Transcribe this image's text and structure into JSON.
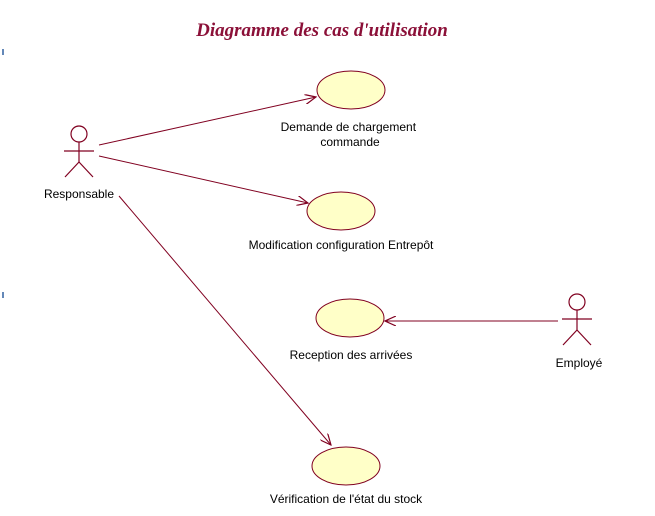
{
  "diagram": {
    "title": "Diagramme des cas d'utilisation",
    "actors": {
      "responsable": "Responsable",
      "employe": "Employé"
    },
    "use_cases": {
      "demande_line1": "Demande de chargement",
      "demande_line2": "commande",
      "modification": "Modification configuration Entrepôt",
      "reception": "Reception des arrivées",
      "verification": "Vérification de l'état du stock"
    },
    "colors": {
      "line": "#800020",
      "use_case_fill": "#ffffc8",
      "title": "#8b1038"
    }
  }
}
